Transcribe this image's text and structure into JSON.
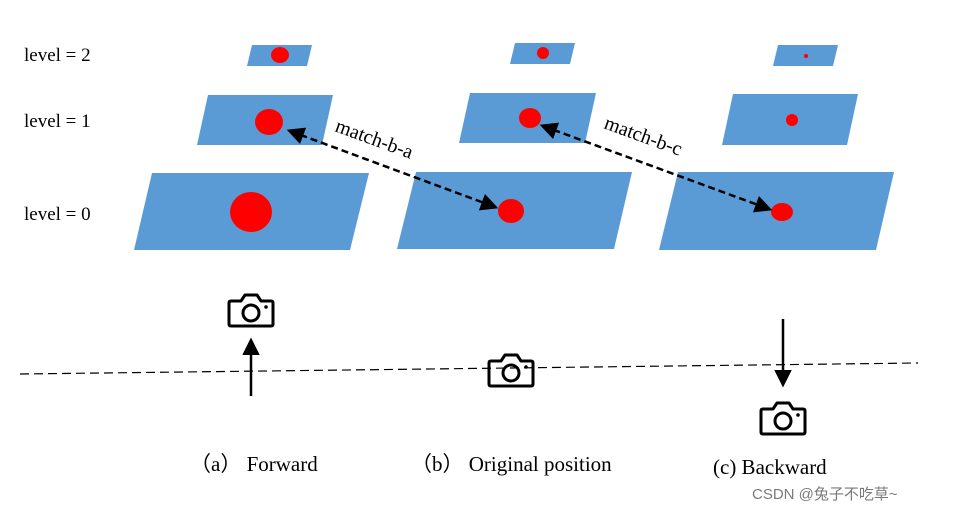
{
  "levels": {
    "level_2": "level = 2",
    "level_1": "level = 1",
    "level_0": "level = 0"
  },
  "matches": {
    "left": "match-b-a",
    "right": "match-b-c"
  },
  "captions": {
    "a": "（a） Forward",
    "b": "（b） Original position",
    "c": "(c) Backward"
  },
  "watermark": "CSDN @兔子不吃草~",
  "colors": {
    "plane": "#5b9bd5",
    "dot": "#ff0000",
    "arrow": "#000000"
  },
  "icons": {
    "camera": "camera-icon",
    "arrow_up": "arrow-up-icon",
    "arrow_down": "arrow-down-icon"
  }
}
